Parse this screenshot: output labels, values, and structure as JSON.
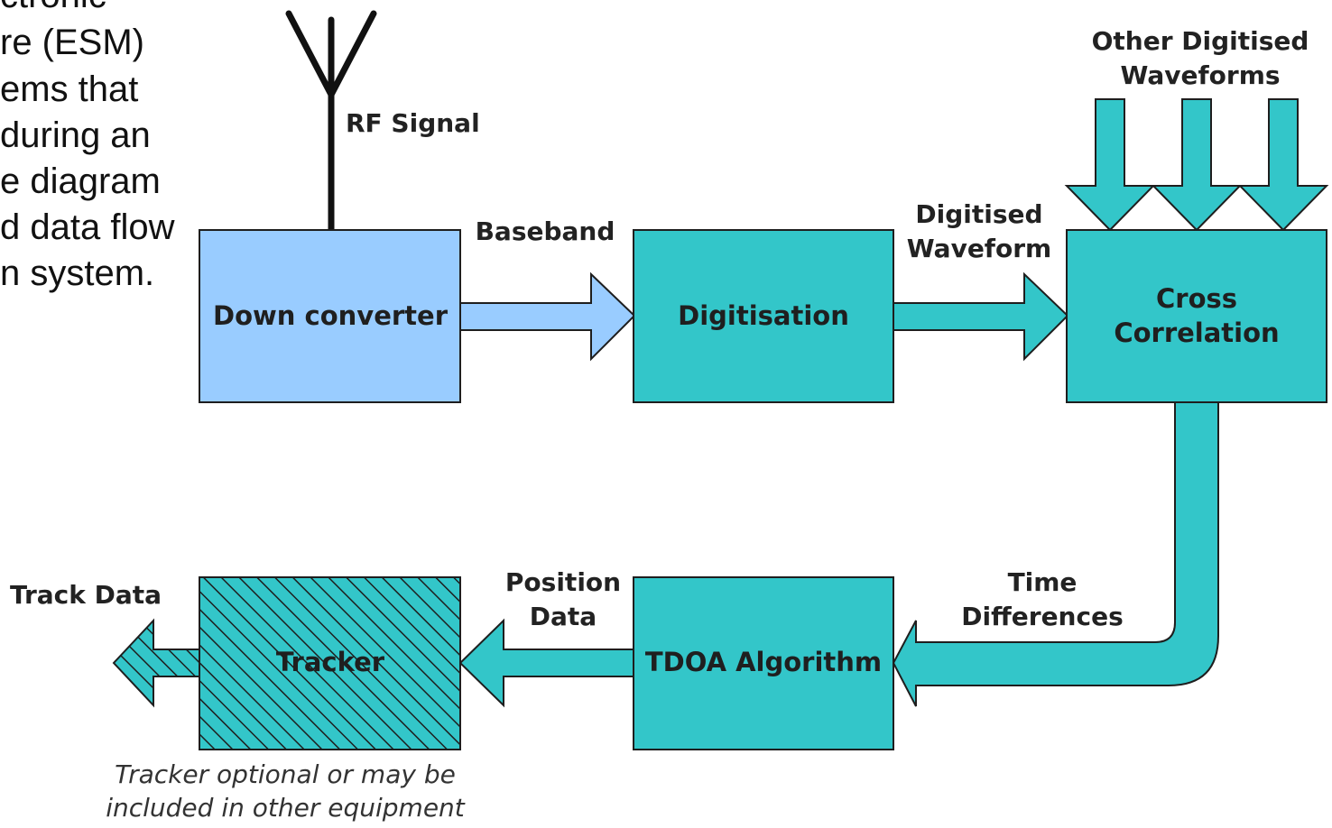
{
  "side_text": {
    "lines": [
      "ctronic",
      "re (ESM)",
      "ems that",
      "during an",
      "e diagram",
      "d data flow",
      "n system."
    ]
  },
  "labels": {
    "rf_signal": "RF Signal",
    "baseband": "Baseband",
    "digitised_waveform": [
      "Digitised",
      "Waveform"
    ],
    "other_digitised_waveforms": [
      "Other Digitised",
      "Waveforms"
    ],
    "time_differences": [
      "Time",
      "Differences"
    ],
    "position_data": [
      "Position",
      "Data"
    ],
    "track_data": "Track Data"
  },
  "blocks": {
    "down_converter": "Down converter",
    "digitisation": "Digitisation",
    "cross_correlation": [
      "Cross",
      "Correlation"
    ],
    "tdoa_algorithm": "TDOA Algorithm",
    "tracker": "Tracker"
  },
  "note": [
    "Tracker optional or may be",
    "included in other equipment"
  ],
  "colors": {
    "down_converter_fill": "#99ccff",
    "teal_fill": "#33c6c9",
    "outline": "#1e1e1e",
    "hatch": "#1e1e1e"
  }
}
